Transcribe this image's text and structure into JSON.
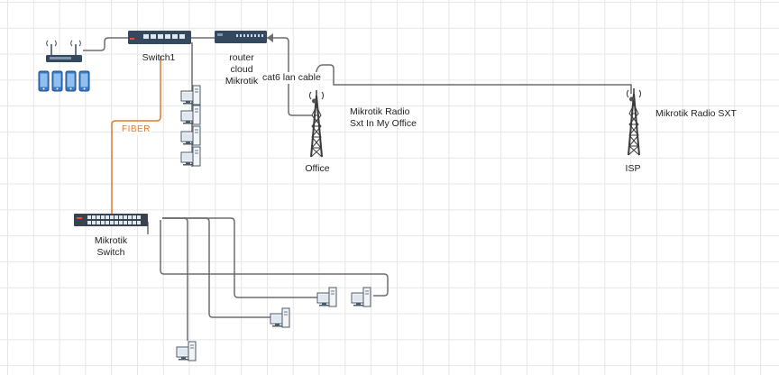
{
  "diagram": {
    "labels": {
      "switch1": "Switch1",
      "router": "router\ncloud\nMikrotik",
      "cat6": "cat6 lan cable",
      "radio_office": "Mikrotik Radio\nSxt In My Office",
      "office": "Office",
      "radio_isp": "Mikrotik Radio SXT",
      "isp": "ISP",
      "fiber": "FIBER",
      "mikrotik_switch": "Mikrotik\nSwitch"
    },
    "colors": {
      "cable": "#6d6d6d",
      "fiber": "#e07a2e",
      "device": "#34495e",
      "tower": "#3a3a3a",
      "phone": "#3a79c6"
    },
    "icons": [
      "wifi-router-icon",
      "phone-icon",
      "switch-icon",
      "router-icon",
      "desktop-computer-icon",
      "radio-tower-icon",
      "poe-switch-icon"
    ]
  }
}
